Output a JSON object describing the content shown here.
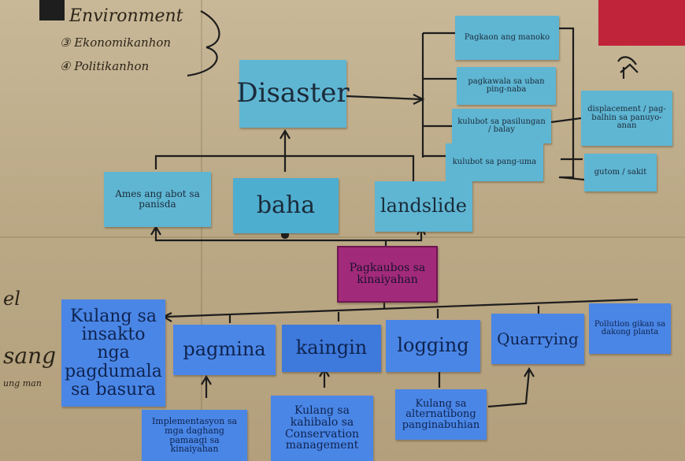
{
  "notes": {
    "disaster": "Disaster",
    "baha": "baha",
    "landslide": "landslide",
    "apektado": "Ames ang abot sa panisda",
    "pagkaubos": "Pagkaubos sa kinaiyahan",
    "kulang_basura": "Kulang sa insakto nga pagdumala sa basura",
    "pagmina": "pagmina",
    "kaingin": "kaingin",
    "logging": "logging",
    "quarrying": "Quarrying",
    "pollution": "Pollution gikan sa dakong planta",
    "r1": "Pagkaon ang manoko",
    "r2": "pagkawala sa uban ping-naba",
    "r3": "kulubot sa pasilungan / balay",
    "r4": "kulubot sa pang-uma",
    "r5": "displacement / pag-balhin sa panuyo-anan",
    "r6": "gutom / sakit",
    "b1": "Implementasyon sa mga daghang pamaagi sa kinaiyahan",
    "b2": "Kulang sa kahibalo sa Conservation management",
    "b3": "Kulang sa alternatibong panginabuhian"
  },
  "handwriting": {
    "line1": "Environment",
    "line2": "Ekonomikanhon",
    "line3": "Politikanhon",
    "left1": "el",
    "left2": "sang",
    "left3": "ung man"
  },
  "colors": {
    "board": "#bba986",
    "cyan_note": "#5fb6d3",
    "blue_note": "#4a86e6",
    "magenta_note": "#a22a7a"
  }
}
